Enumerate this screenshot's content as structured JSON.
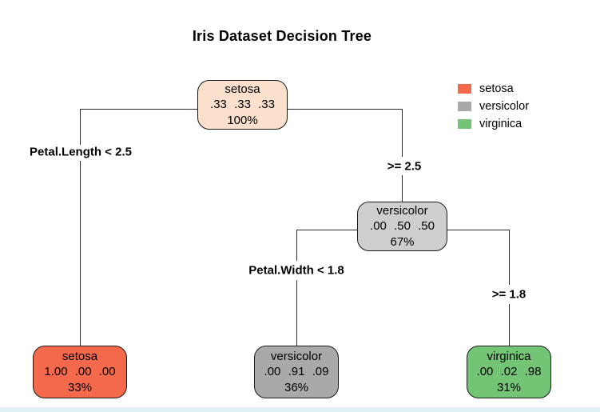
{
  "title": "Iris Dataset Decision Tree",
  "legend": {
    "items": [
      {
        "label": "setosa",
        "color": "#F4694C"
      },
      {
        "label": "versicolor",
        "color": "#A9A9A9"
      },
      {
        "label": "virginica",
        "color": "#74C476"
      }
    ]
  },
  "nodes": {
    "root": {
      "label": "setosa",
      "probs": ".33 .33 .33",
      "cover": "100%",
      "fill": "#FAE0CD"
    },
    "internal": {
      "label": "versicolor",
      "probs": ".00 .50 .50",
      "cover": "67%",
      "fill": "#CECECE"
    },
    "leaf_setosa": {
      "label": "setosa",
      "probs": "1.00 .00 .00",
      "cover": "33%",
      "fill": "#F4694C"
    },
    "leaf_versicolor": {
      "label": "versicolor",
      "probs": ".00 .91 .09",
      "cover": "36%",
      "fill": "#A9A9A9"
    },
    "leaf_virginica": {
      "label": "virginica",
      "probs": ".00 .02 .98",
      "cover": "31%",
      "fill": "#74C476"
    }
  },
  "splits": {
    "root_left": "Petal.Length < 2.5",
    "root_right": ">= 2.5",
    "internal_left": "Petal.Width < 1.8",
    "internal_right": ">= 1.8"
  },
  "colors": {
    "line": "#2b2b2b",
    "node_border": "#1a1a1a",
    "bottom_strip": "#e2f1f6"
  }
}
